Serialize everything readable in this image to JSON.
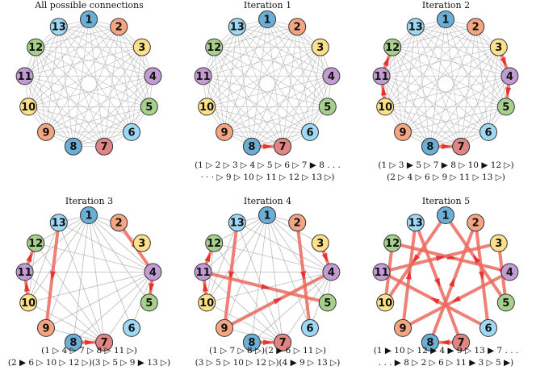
{
  "colors": {
    "blue": "#6baed6",
    "light_blue": "#9ed8f5",
    "orange": "#f4a582",
    "yellow": "#fde08a",
    "purple": "#c39bd3",
    "green": "#a8d08d",
    "red_pink": "#e08484",
    "edge_gray": "#aaaaaa",
    "highlight": "#ec6a5e",
    "arrow_red": "#e31a1c"
  },
  "nodes": [
    {
      "id": "1",
      "color": "blue"
    },
    {
      "id": "2",
      "color": "orange"
    },
    {
      "id": "3",
      "color": "yellow"
    },
    {
      "id": "4",
      "color": "purple"
    },
    {
      "id": "5",
      "color": "green"
    },
    {
      "id": "6",
      "color": "light_blue"
    },
    {
      "id": "7",
      "color": "red_pink"
    },
    {
      "id": "8",
      "color": "blue"
    },
    {
      "id": "9",
      "color": "orange"
    },
    {
      "id": "10",
      "color": "yellow"
    },
    {
      "id": "11",
      "color": "purple"
    },
    {
      "id": "12",
      "color": "green"
    },
    {
      "id": "13",
      "color": "light_blue"
    }
  ],
  "panels": [
    {
      "title": "All possible connections",
      "gray_edges": "complete",
      "highlight_edges": [],
      "caption_lines": []
    },
    {
      "title": "Iteration 1",
      "gray_edges": "complete",
      "highlight_edges": [
        [
          "8",
          "7"
        ]
      ],
      "caption_lines": [
        "(1 ▷ 2 ▷ 3 ▷ 4 ▷  5 ▷ 6 ▷ 7 ▶ 8 . . .",
        "· · · ▷ 9 ▷ 10 ▷ 11 ▷ 12 ▷ 13 ▷)"
      ]
    },
    {
      "title": "Iteration 2",
      "gray_edges": "complete",
      "highlight_edges": [
        [
          "8",
          "7"
        ],
        [
          "3",
          "4"
        ],
        [
          "4",
          "5"
        ],
        [
          "10",
          "11"
        ],
        [
          "11",
          "12"
        ]
      ],
      "caption_lines": [
        "(1 ▷ 3 ▶ 5 ▷ 7 ▶ 8 ▷ 10 ▶ 12 ▷)",
        "(2 ▷ 4 ▷ 6 ▷ 9 ▷ 11 ▷ 13 ▷)"
      ]
    },
    {
      "title": "Iteration 3",
      "gray_edges": "sparse",
      "highlight_edges": [
        [
          "8",
          "7"
        ],
        [
          "2",
          "4"
        ],
        [
          "4",
          "5"
        ],
        [
          "10",
          "11"
        ],
        [
          "11",
          "12"
        ],
        [
          "13",
          "9"
        ]
      ],
      "caption_lines": [
        "(1 ▷ 4 ▷ 7 ▷ 8 ▷ 11 ▷)",
        "(2 ▶ 6 ▷ 10 ▷ 12 ▷)(3 ▷ 5 ▷ 9 ▶ 13 ▷)"
      ]
    },
    {
      "title": "Iteration 4",
      "gray_edges": "sparse",
      "highlight_edges": [
        [
          "8",
          "7"
        ],
        [
          "2",
          "6"
        ],
        [
          "3",
          "4"
        ],
        [
          "10",
          "11"
        ],
        [
          "11",
          "12"
        ],
        [
          "13",
          "9"
        ],
        [
          "9",
          "4"
        ],
        [
          "11",
          "5"
        ]
      ],
      "caption_lines": [
        "(1 ▷ 7 ▷ 8 ▷)(2 ▶ 6 ▷ 11  ▷)",
        "(3 ▷ 5 ▷ 10 ▷ 12 ▷)(4 ▶ 9 ▷ 13 ▷)"
      ]
    },
    {
      "title": "Iteration 5",
      "gray_edges": "none",
      "highlight_edges": [
        [
          "1",
          "10"
        ],
        [
          "10",
          "12"
        ],
        [
          "12",
          "4"
        ],
        [
          "4",
          "9"
        ],
        [
          "9",
          "13"
        ],
        [
          "13",
          "7"
        ],
        [
          "7",
          "8"
        ],
        [
          "8",
          "2"
        ],
        [
          "2",
          "6"
        ],
        [
          "6",
          "11"
        ],
        [
          "11",
          "3"
        ],
        [
          "3",
          "5"
        ],
        [
          "5",
          "1"
        ]
      ],
      "caption_lines": [
        "(1 ▶ 10 ▷ 12 ▶ 4 ▶ 9 ▷ 13 ▶ 7 . . .",
        ". . . ▶ 8 ▷ 2 ▷ 6 ▷ 11 ▶ 3 ▷ 5 ▶)"
      ]
    }
  ]
}
